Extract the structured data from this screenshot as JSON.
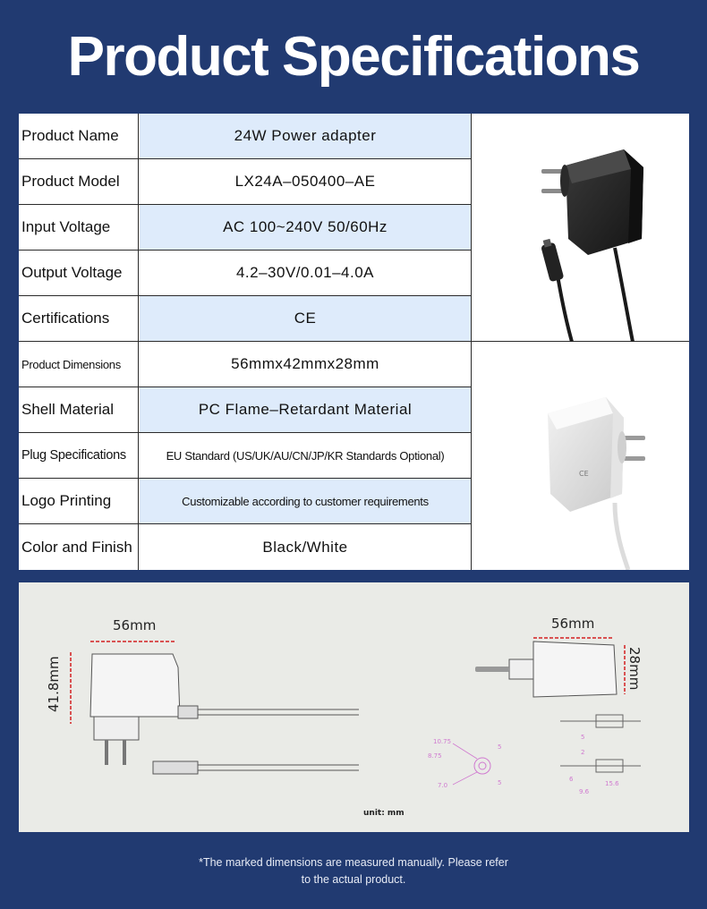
{
  "title": "Product Specifications",
  "specs": [
    {
      "label": "Product Name",
      "value": "24W  Power adapter"
    },
    {
      "label": "Product Model",
      "value": "LX24A–050400–AE"
    },
    {
      "label": "Input Voltage",
      "value": "AC 100~240V 50/60Hz"
    },
    {
      "label": "Output Voltage",
      "value": "4.2–30V/0.01–4.0A"
    },
    {
      "label": "Certifications",
      "value": "CE"
    },
    {
      "label": "Product Dimensions",
      "value": "56mmx42mmx28mm"
    },
    {
      "label": "Shell Material",
      "value": "PC Flame–Retardant Material"
    },
    {
      "label": "Plug Specifications",
      "value": "EU Standard (US/UK/AU/CN/JP/KR Standards Optional)"
    },
    {
      "label": "Logo Printing",
      "value": "Customizable according to customer requirements"
    },
    {
      "label": "Color and Finish",
      "value": "Black/White"
    }
  ],
  "colors": {
    "background": "#213a71",
    "shaded_cell": "#deebfb",
    "dimension_line": "#d32020",
    "detail_line": "#d07ad0"
  },
  "diagram": {
    "front_width": "56mm",
    "front_height": "41.8mm",
    "side_width": "56mm",
    "side_depth": "28mm",
    "unit": "unit: mm",
    "plug_dims": {
      "d1": "10.75",
      "d2": "8.75",
      "d3": "7.0",
      "d4": "5",
      "d5": "5"
    },
    "tip_dims": {
      "a": "5",
      "b": "2",
      "c": "6",
      "d": "15.6",
      "e": "9.6"
    }
  },
  "footnote": {
    "line1": "*The marked dimensions are measured manually. Please refer",
    "line2": "to the actual product."
  }
}
